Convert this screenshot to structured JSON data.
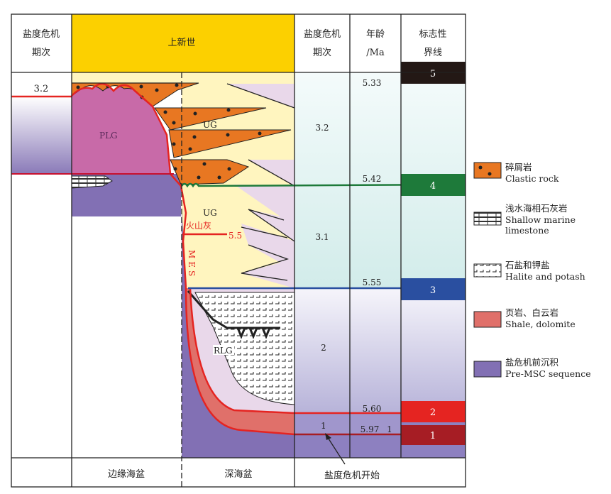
{
  "header": {
    "left_col_line1": "盐度危机",
    "left_col_line2": "期次",
    "epoch": "上新世",
    "stage_col_line1": "盐度危机",
    "stage_col_line2": "期次",
    "age_col_line1": "年龄",
    "age_col_line2": "/Ma",
    "marker_col_line1": "标志性",
    "marker_col_line2": "界线"
  },
  "left_stage": "3.2",
  "units": {
    "plg": "PLG",
    "ug_upper": "UG",
    "ug_lower": "UG",
    "rlg": "RLG",
    "mes": "MES",
    "ash": "火山灰",
    "ash_age": "5.5"
  },
  "stages": [
    "3.2",
    "3.1",
    "2",
    "1"
  ],
  "ages": [
    "5.33",
    "5.42",
    "5.55",
    "5.60",
    "5.97",
    "1"
  ],
  "markers": [
    {
      "label": "5",
      "color": "#231815"
    },
    {
      "label": "4",
      "color": "#1e7a3a"
    },
    {
      "label": "3",
      "color": "#2a4fa0"
    },
    {
      "label": "2",
      "color": "#e52421"
    },
    {
      "label": "1",
      "color": "#a61d24"
    }
  ],
  "footer": {
    "marginal": "边缘海盆",
    "deep": "深海盆",
    "onset": "盐度危机开始"
  },
  "legend": [
    {
      "zh": "碎屑岩",
      "en": [
        "Clastic rock"
      ]
    },
    {
      "zh": "浅水海相石灰岩",
      "en": [
        "Shallow marine",
        "limestone"
      ]
    },
    {
      "zh": "石盐和钾盐",
      "en": [
        "Halite and potash"
      ]
    },
    {
      "zh": "页岩、白云岩",
      "en": [
        "Shale, dolomite"
      ]
    },
    {
      "zh": "盐危机前沉积",
      "en": [
        "Pre-MSC sequence"
      ]
    }
  ],
  "colors": {
    "epoch": "#fcd000",
    "clastic": "#e87722",
    "plg": "#c86aa8",
    "premsc": "#8270b4",
    "ug": "#fff5bf",
    "gypsum": "#e9d8ea",
    "shale": "#e0706a"
  }
}
